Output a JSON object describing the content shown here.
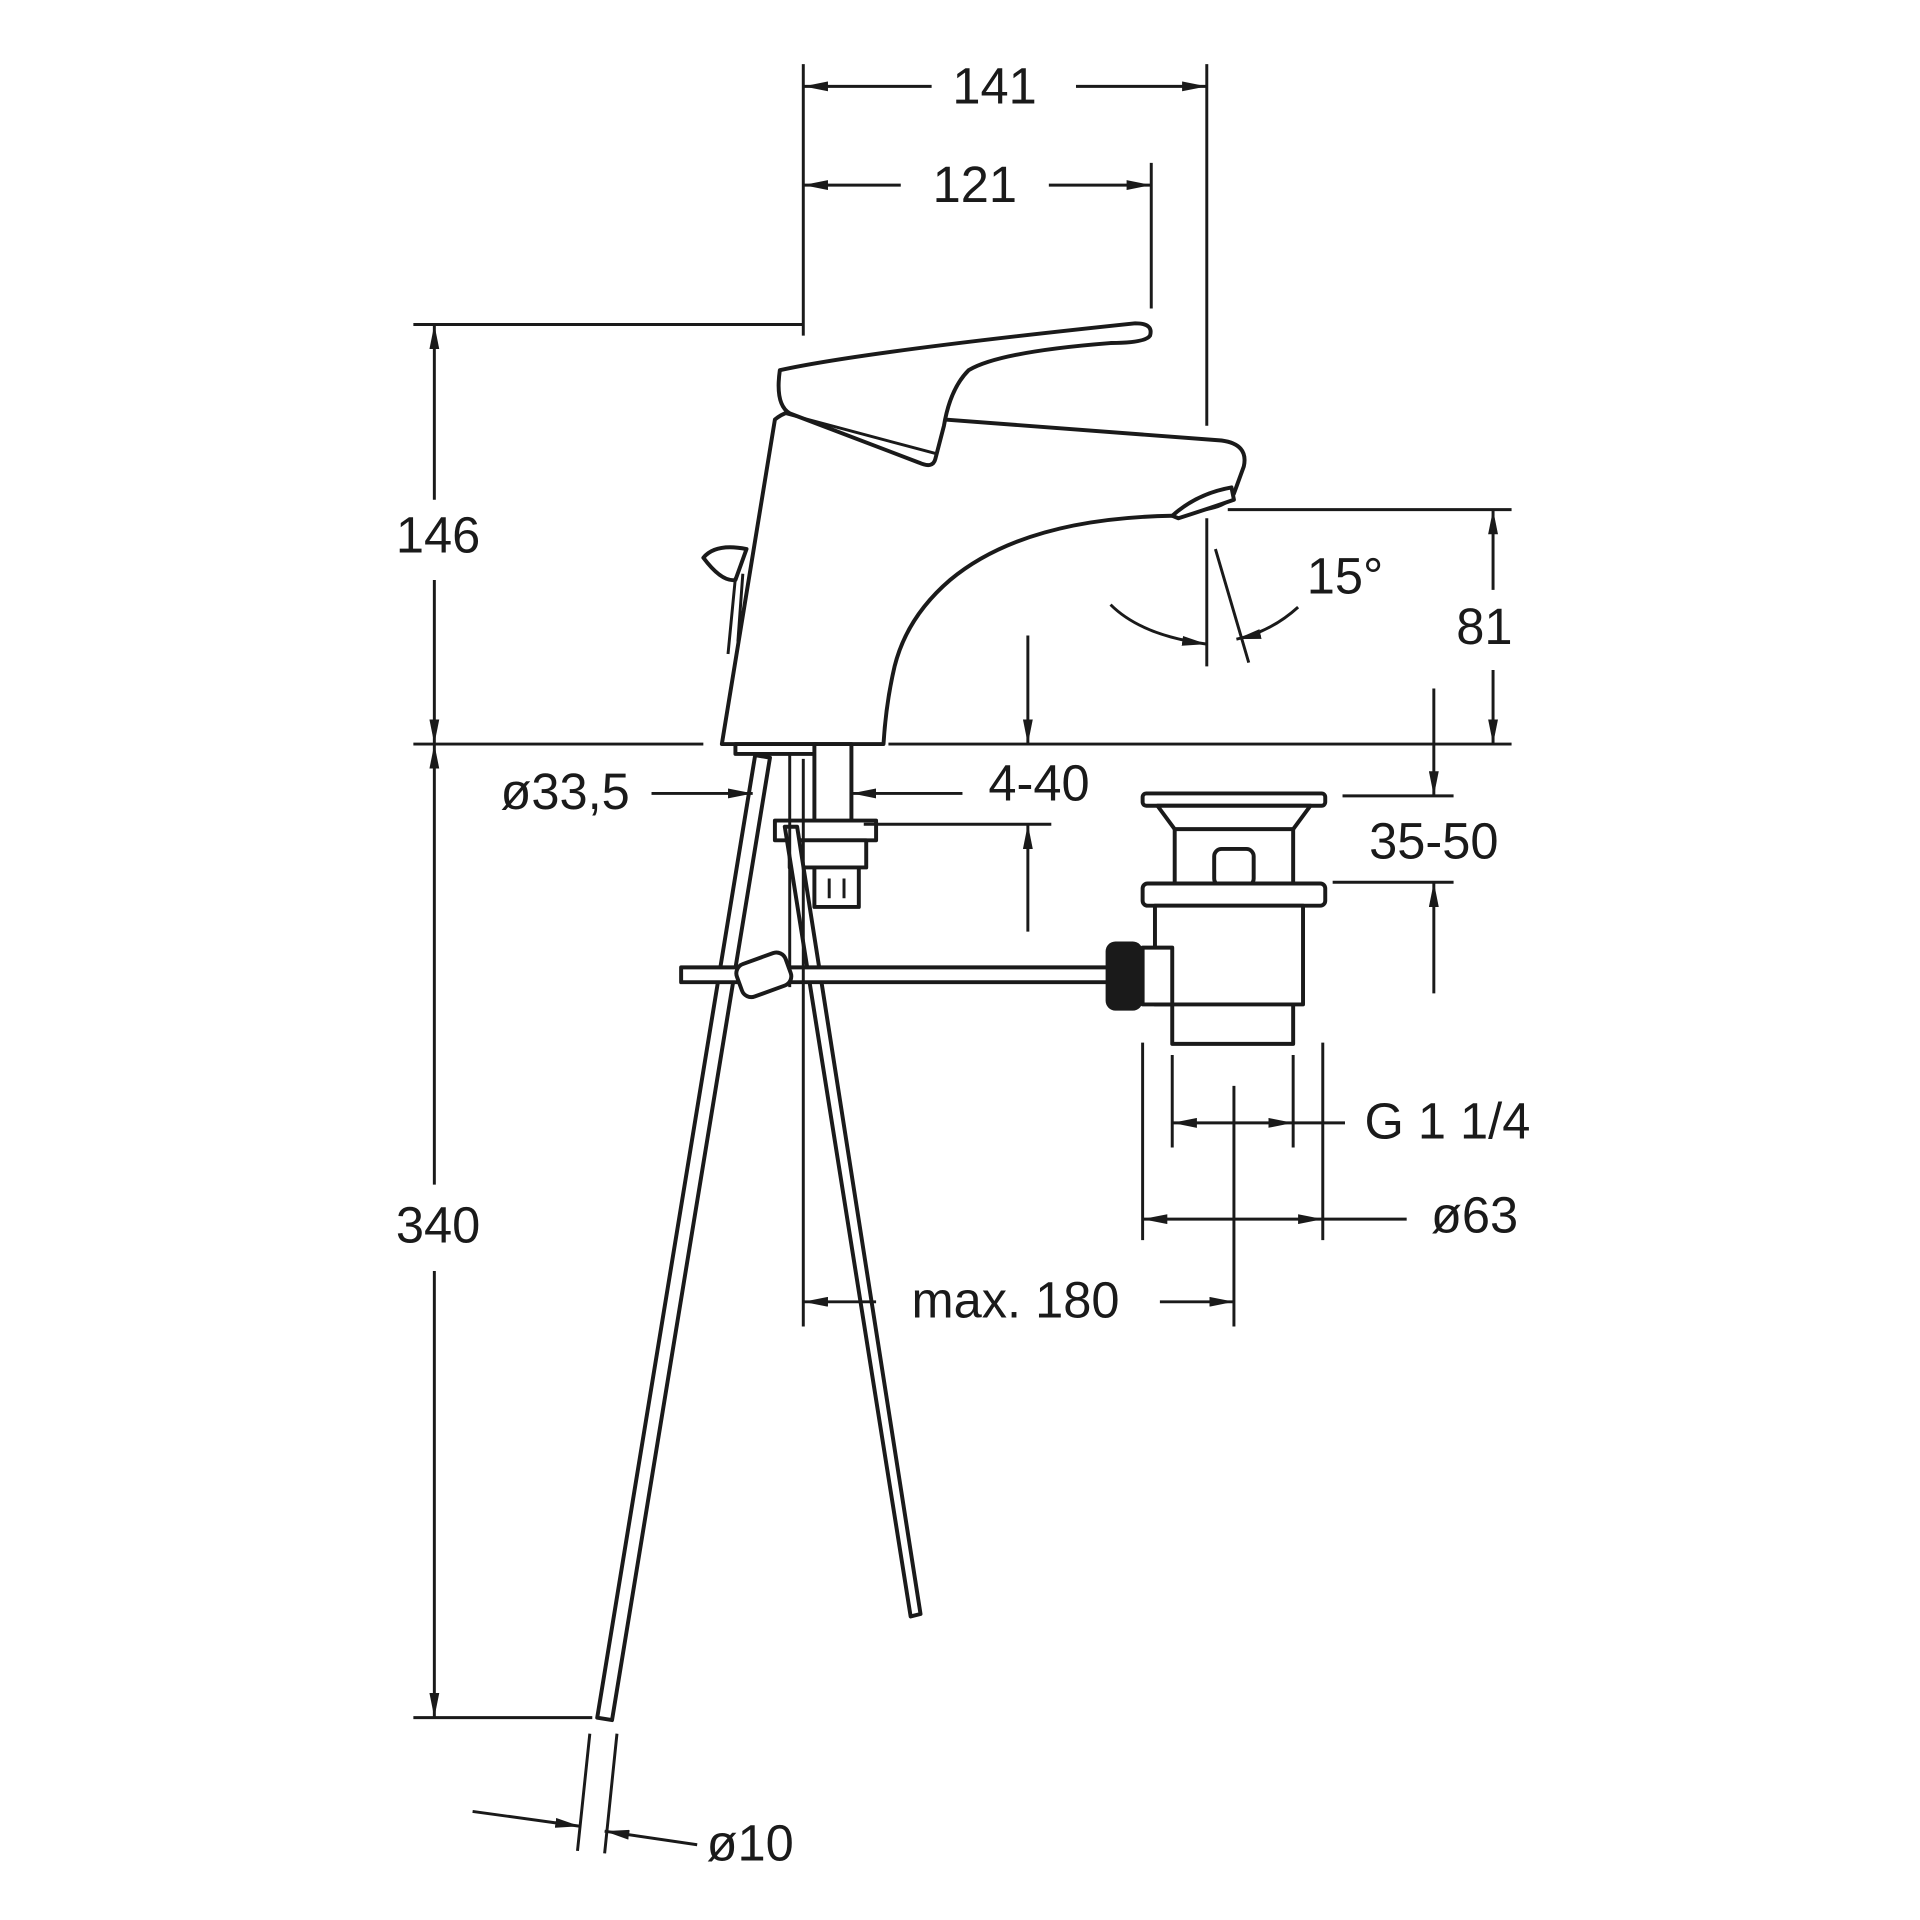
{
  "drawing": {
    "title": "Single-lever basin mixer with pop-up waste – dimension drawing",
    "line_color": "#1a1a1a",
    "background": "#ffffff",
    "dimensions": {
      "spout_reach_total": "141",
      "lever_reach": "121",
      "height_total": "146",
      "spout_height": "81",
      "swivel_angle": "15°",
      "deck_thickness": "4-40",
      "hole_diameter": "ø33,5",
      "basin_thickness": "35-50",
      "waste_thread": "G 1 1/4",
      "waste_diameter": "ø63",
      "max_distance": "max. 180",
      "hose_length": "340",
      "hose_diameter": "ø10"
    }
  }
}
